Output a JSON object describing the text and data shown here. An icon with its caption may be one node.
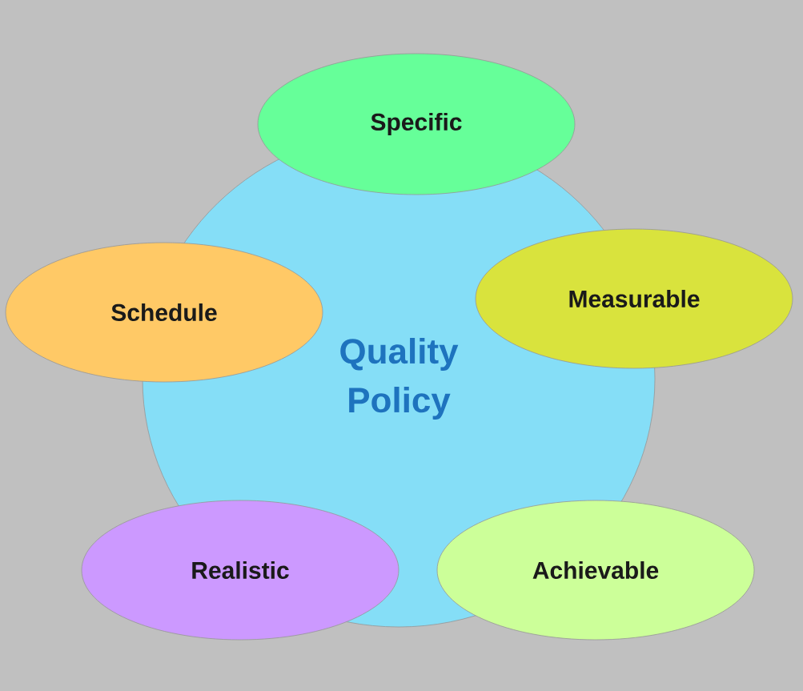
{
  "diagram": {
    "nodes": [
      {
        "text": [
          "Specific"
        ]
      },
      {
        "text": [
          "Measurable"
        ]
      },
      {
        "text": [
          "Schedule"
        ]
      },
      {
        "text": [
          "Quality Policy"
        ]
      },
      {
        "text": [
          "Realistic"
        ]
      },
      {
        "text": [
          "Achievable"
        ]
      }
    ]
  }
}
